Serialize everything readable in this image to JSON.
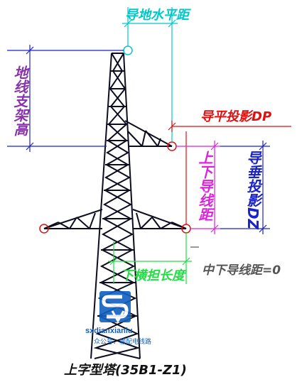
{
  "labels": {
    "top_horizontal": "导地水平距",
    "ground_wire_height": "地线支架高",
    "horizontal_projection": "导平投影DP",
    "upper_lower_distance": "上下导线距",
    "vertical_projection": "导垂投影DZ",
    "lower_arm_length": "下横担长度",
    "middle_lower_distance": "中下导线距=0",
    "tower_type": "上字型塔(35B1-Z1)"
  },
  "watermark": {
    "text": "sxdianxianlu",
    "subtext": "众公号：输配电线路"
  },
  "colors": {
    "tower": "#0d0d20",
    "green": "#22dd44",
    "cyan": "#00c8c8",
    "red": "#e01010",
    "magenta": "#dd22dd",
    "blue": "#1a22cc",
    "purple": "#8833aa",
    "gray": "#555555",
    "logo_blue": "#1060c0"
  }
}
